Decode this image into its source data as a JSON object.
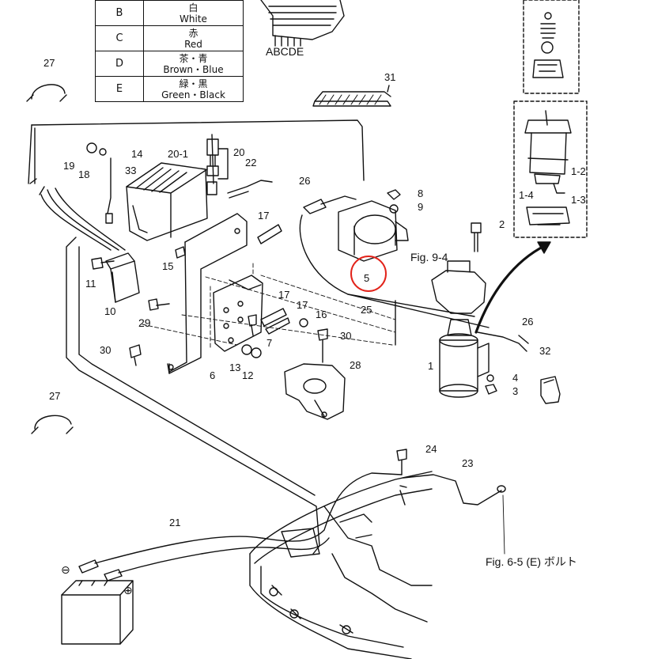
{
  "color_table": [
    {
      "key": "B",
      "jp": "白",
      "en": "White"
    },
    {
      "key": "C",
      "jp": "赤",
      "en": "Red"
    },
    {
      "key": "D",
      "jp": "茶・青",
      "en": "Brown・Blue"
    },
    {
      "key": "E",
      "jp": "緑・黒",
      "en": "Green・Black"
    }
  ],
  "connector_letters": "ABCDE",
  "part_labels": {
    "p1": "1",
    "p1_2": "1-2",
    "p1_3": "1-3",
    "p1_4": "1-4",
    "p2": "2",
    "p3": "3",
    "p4": "4",
    "p5": "5",
    "p6": "6",
    "p7": "7",
    "p8": "8",
    "p9": "9",
    "p10": "10",
    "p11": "11",
    "p12": "12",
    "p13": "13",
    "p14": "14",
    "p15": "15",
    "p16": "16",
    "p17a": "17",
    "p17b": "17",
    "p17c": "17",
    "p18": "18",
    "p19": "19",
    "p20": "20",
    "p20_1": "20-1",
    "p21": "21",
    "p22": "22",
    "p23": "23",
    "p24": "24",
    "p25": "25",
    "p26a": "26",
    "p26b": "26",
    "p27a": "27",
    "p27b": "27",
    "p28": "28",
    "p29": "29",
    "p30a": "30",
    "p30b": "30",
    "p31": "31",
    "p32": "32",
    "p33": "33"
  },
  "fig_refs": {
    "fig94": "Fig. 9-4",
    "fig65": "Fig. 6-5 (E) ボルト"
  },
  "battery_terminals": {
    "neg": "⊖",
    "pos": "⊕"
  },
  "highlight_color": "#e2231a"
}
